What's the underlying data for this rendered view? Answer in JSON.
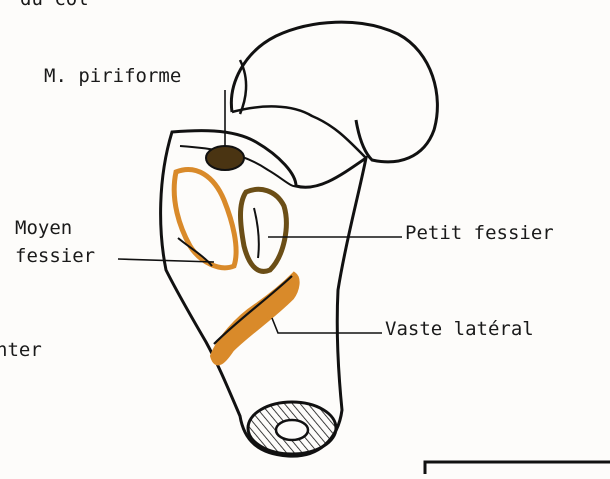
{
  "labels": {
    "top_fragment": "du col",
    "piriforme": "M. piriforme",
    "moyen_fessier_line1": "Moyen",
    "moyen_fessier_line2": "fessier",
    "petit_fessier": "Petit fessier",
    "vaste_lateral": "Vaste latéral",
    "left_fragment": "nter"
  },
  "colors": {
    "outline": "#111111",
    "piriforme_fill": "#4a3412",
    "moyen_fessier": "#d98a2a",
    "petit_fessier": "#6b4e16",
    "vaste_lateral": "#d98a2a",
    "background": "#fdfcfa"
  }
}
